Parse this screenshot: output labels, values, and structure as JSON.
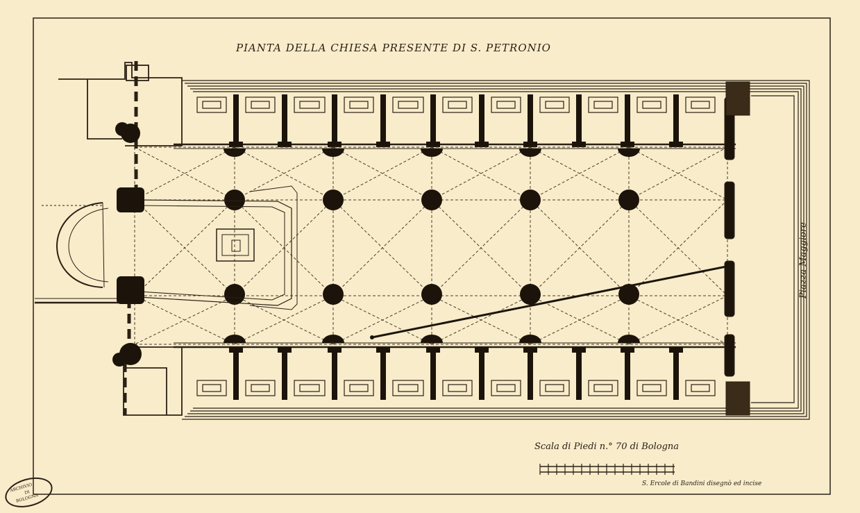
{
  "drawing": {
    "title": "PIANTA DELLA CHIESA PRESENTE DI S. PETRONIO",
    "scale_label": "Scala di Piedi n.° 70 di Bologna",
    "signature": "S. Ercole di Bandini disegnò ed incise",
    "side_label": "Piazza Maggiore",
    "stamp": [
      "ARCHIVIO",
      "DI",
      "BOLOGNA"
    ]
  },
  "colors": {
    "paper": "#f8eccb",
    "ink": "#2a2014",
    "hatch": "#6b5c40"
  }
}
